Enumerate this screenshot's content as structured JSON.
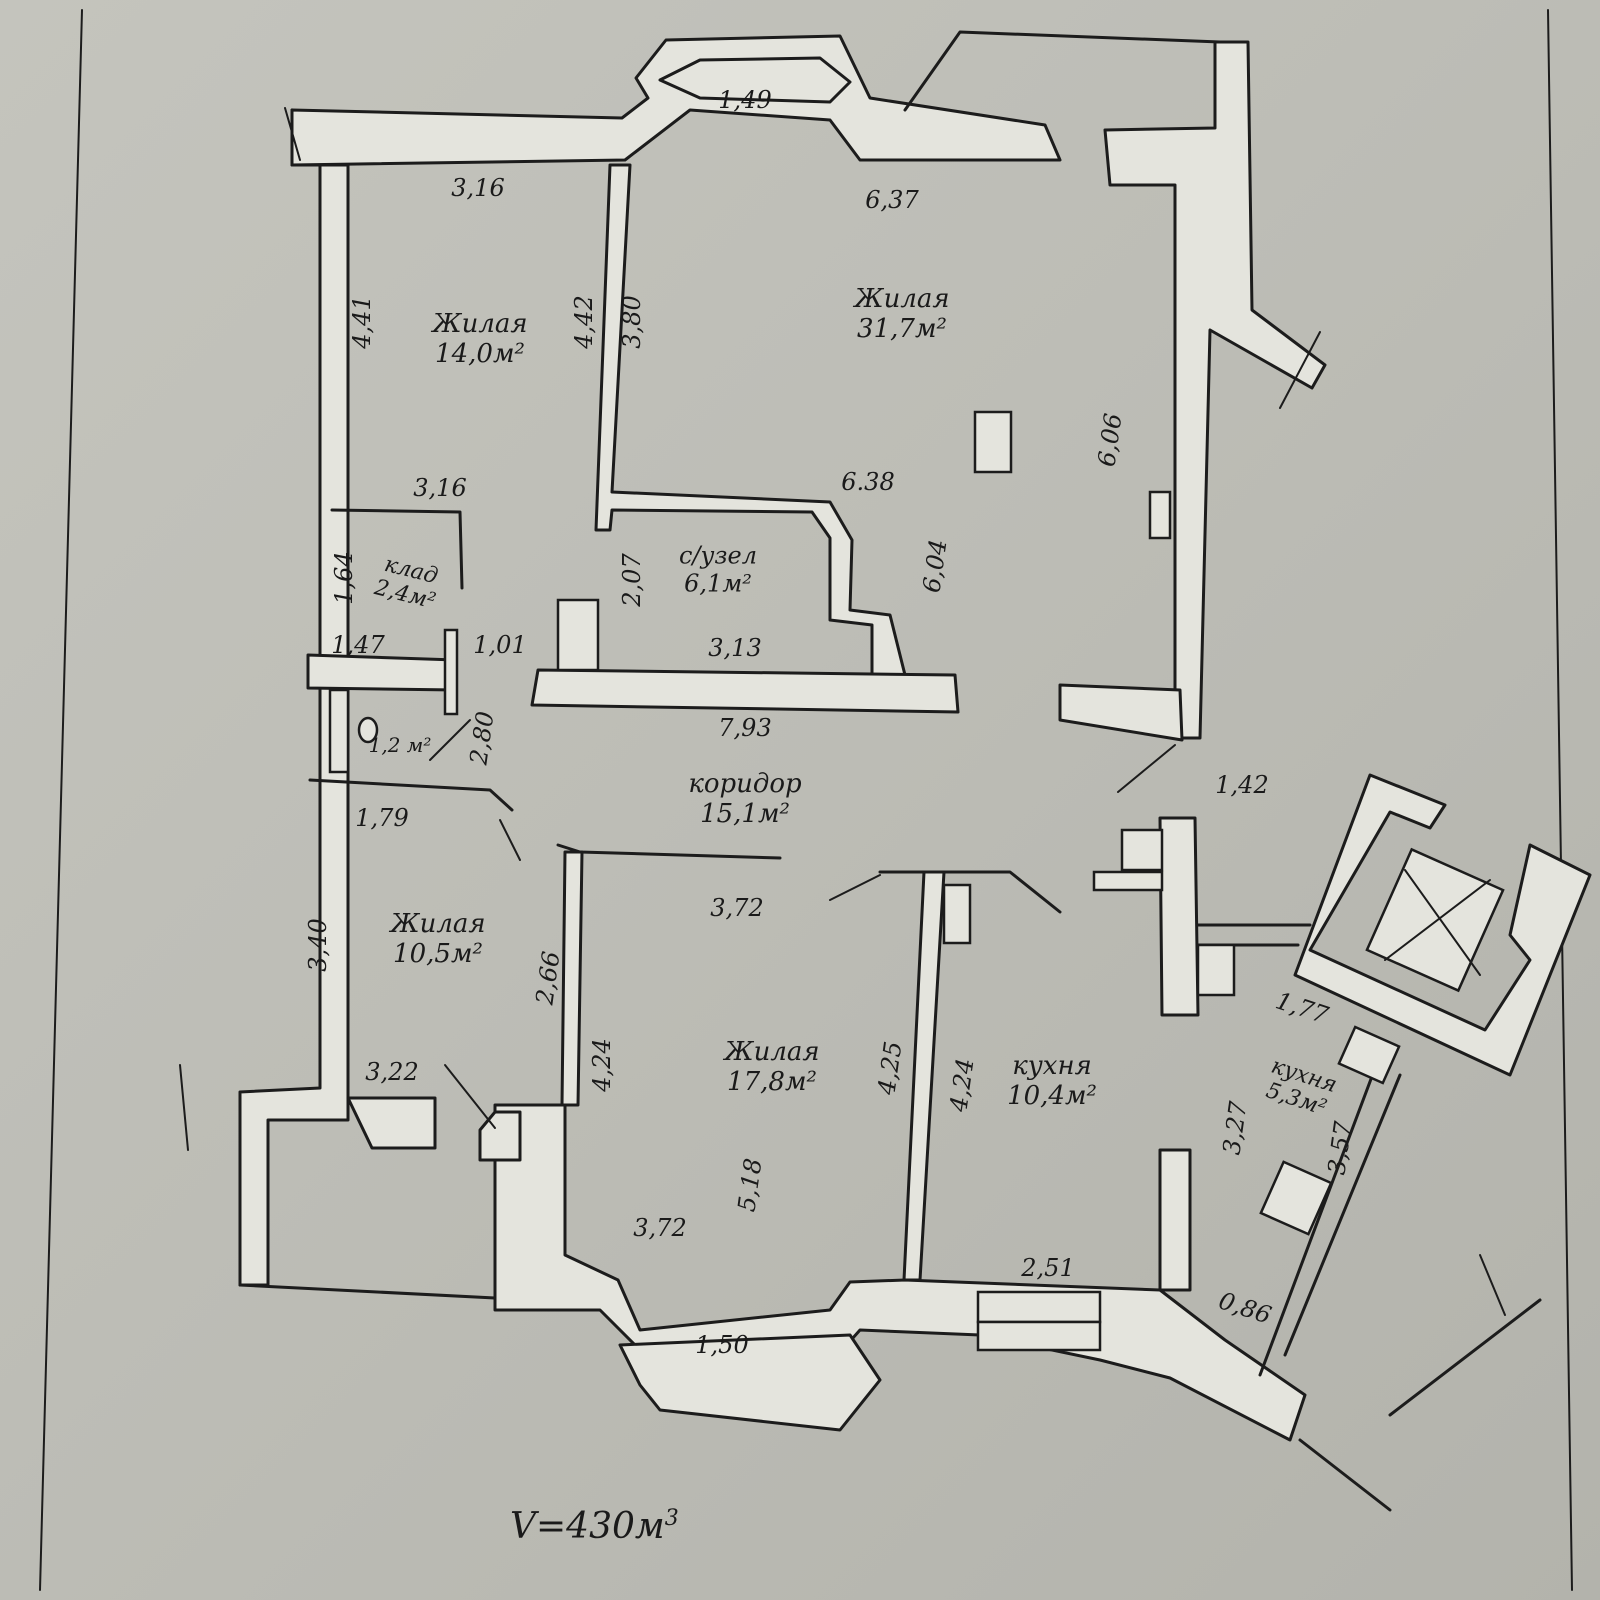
{
  "rooms": {
    "living_14": {
      "name": "Жилая",
      "area": "14,0м²"
    },
    "living_31": {
      "name": "Жилая",
      "area": "31,7м²"
    },
    "storage": {
      "name": "клад",
      "area": "2,4м²"
    },
    "bathroom": {
      "name": "с/узел",
      "area": "6,1м²"
    },
    "wc": {
      "name": "",
      "area": "1,2 м²"
    },
    "corridor": {
      "name": "коридор",
      "area": "15,1м²"
    },
    "living_10": {
      "name": "Жилая",
      "area": "10,5м²"
    },
    "living_17": {
      "name": "Жилая",
      "area": "17,8м²"
    },
    "kitchen_10": {
      "name": "кухня",
      "area": "10,4м²"
    },
    "kitchen_5": {
      "name": "кухня",
      "area": "5,3м²"
    }
  },
  "dimensions": {
    "d_149": "1,49",
    "d_316a": "3,16",
    "d_637": "6,37",
    "d_441": "4,41",
    "d_442": "4,42",
    "d_380": "3,80",
    "d_606": "6,06",
    "d_316b": "3,16",
    "d_638": "6.38",
    "d_164": "1,64",
    "d_207": "2,07",
    "d_604": "6,04",
    "d_147": "1,47",
    "d_101": "1,01",
    "d_313": "3,13",
    "d_280": "2,80",
    "d_793": "7,93",
    "d_179": "1,79",
    "d_142": "1,42",
    "d_372a": "3,72",
    "d_340": "3,40",
    "d_266": "2,66",
    "d_177": "1,77",
    "d_424a": "4,24",
    "d_425": "4,25",
    "d_424b": "4,24",
    "d_322": "3,22",
    "d_327": "3,27",
    "d_357": "3,57",
    "d_518": "5,18",
    "d_372b": "3,72",
    "d_251": "2,51",
    "d_086": "0,86",
    "d_150": "1,50"
  },
  "volume": {
    "label": "V=430м",
    "exp": "3"
  },
  "colors": {
    "paper": "#c0c0b9",
    "ink": "#1c1c1c",
    "wall_fill": "#e4e4dd"
  }
}
